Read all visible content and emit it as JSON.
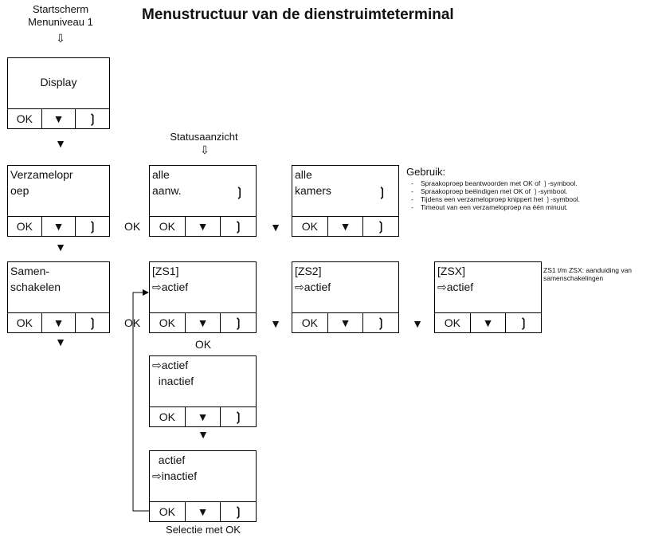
{
  "title": "Menustructuur van de dienstruimteterminal",
  "start_label": [
    "Startscherm",
    "Menuniveau 1"
  ],
  "status_label": "Statusaanzicht",
  "icons": {
    "down_outline": "⇩",
    "down_filled": "▼",
    "right_arrow": "⇨",
    "phone": "❳"
  },
  "keys": {
    "ok": "OK",
    "down": "▼",
    "phone": "❳"
  },
  "devices": {
    "display": {
      "center": "Display"
    },
    "verzameloproep": {
      "l1": "Verzamelopr",
      "l2": "oep"
    },
    "alle_aanw": {
      "l1": "alle",
      "l2": "aanw."
    },
    "alle_kamers": {
      "l1": "alle",
      "l2": "kamers"
    },
    "samenschakelen": {
      "l1": "Samen-",
      "l2": "schakelen"
    },
    "zs1": {
      "l1": "[ZS1]",
      "l2": "⇨actief"
    },
    "zs2": {
      "l1": "[ZS2]",
      "l2": "⇨actief"
    },
    "zsx": {
      "l1": "[ZSX]",
      "l2": "⇨actief"
    },
    "sel_actief": {
      "l1": "⇨actief",
      "l2": "  inactief"
    },
    "sel_inactief": {
      "l1": "  actief",
      "l2": "⇨inactief"
    }
  },
  "connectors": {
    "ok1": "OK",
    "ok2": "OK",
    "ok_below_zs1": "OK",
    "down_sep": "▼"
  },
  "usage": {
    "heading": "Gebruik:",
    "items": [
      "Spraakoproep beantwoorden met OK of ❳-symbool.",
      "Spraakoproep beëindigen met OK of ❳-symbool.",
      "Tijdens een verzameloproep knippert het ❳-symbool.",
      "Timeout van een verzameloproep na één minuut."
    ]
  },
  "zs_note": "ZS1 t/m ZSX: aanduiding van samenschakelingen",
  "selection_label": "Selectie met OK"
}
